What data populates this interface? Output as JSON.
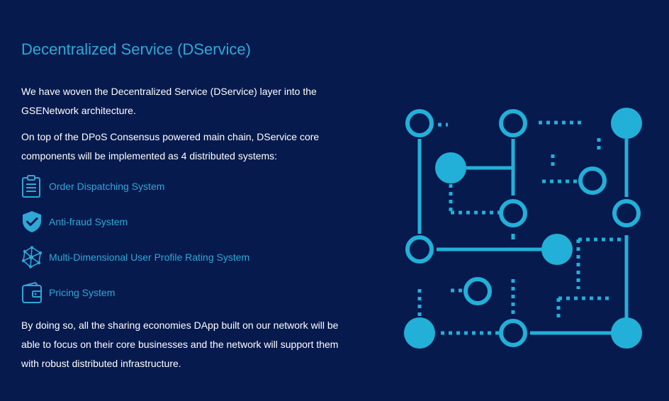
{
  "section": {
    "title": "Decentralized Service (DService)",
    "intro": "We have woven the Decentralized Service (DService) layer into the GSENetwork architecture.",
    "consensus": "On top of the DPoS Consensus powered main chain, DService core components will be implemented as 4 distributed systems:",
    "conclusion": "By doing so, all the sharing economies DApp built on our network will be able to focus on their core businesses and the network will support them with robust distributed infrastructure."
  },
  "features": [
    {
      "label": "Order Dispatching System",
      "icon": "clipboard-icon"
    },
    {
      "label": "Anti-fraud System",
      "icon": "shield-check-icon"
    },
    {
      "label": "Multi-Dimensional User Profile Rating System",
      "icon": "network-node-icon"
    },
    {
      "label": "Pricing System",
      "icon": "wallet-icon"
    }
  ],
  "colors": {
    "background": "#071a4e",
    "accent": "#2fa8d6",
    "text": "#ffffff"
  },
  "illustration": {
    "icon": "circuit-network-illustration"
  }
}
